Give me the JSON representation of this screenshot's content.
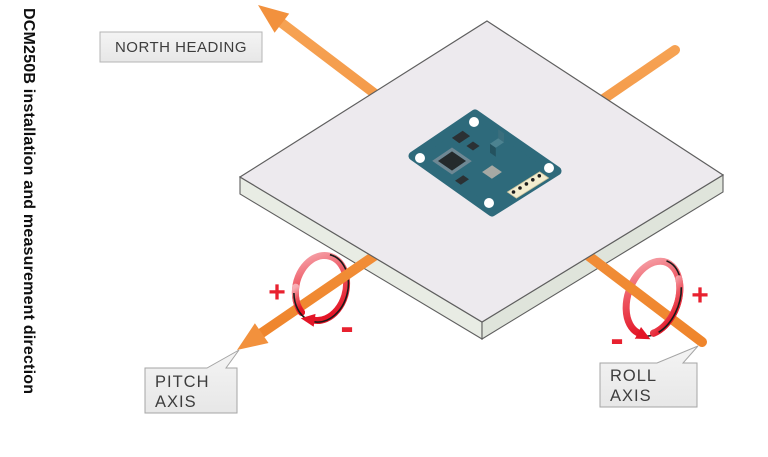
{
  "sidebar_title": "DCM250B installation and measurement direction",
  "diagram": {
    "north_heading_label": "NORTH HEADING",
    "pitch_label": {
      "line1": "PITCH",
      "line2": "AXIS"
    },
    "roll_label": {
      "line1": "ROLL",
      "line2": "AXIS"
    },
    "pitch_rotation": {
      "plus": "+",
      "minus": "-"
    },
    "roll_rotation": {
      "plus": "+",
      "minus": "-"
    },
    "colors": {
      "axis_orange": "#F2913D",
      "rotation_red": "#E8212F",
      "platform_top": "#EDEAEE",
      "platform_side_left": "#E8ECE4",
      "platform_side_right": "#DFE4DB",
      "platform_outline": "#5F5F5F",
      "pcb_teal": "#2E6A7B",
      "chip_dark": "#2B3134",
      "connector_cream": "#F3EDCF",
      "label_box_fill": "#F0F0F0",
      "label_box_border": "#ABABAB",
      "label_text": "#3D3D3D"
    }
  }
}
